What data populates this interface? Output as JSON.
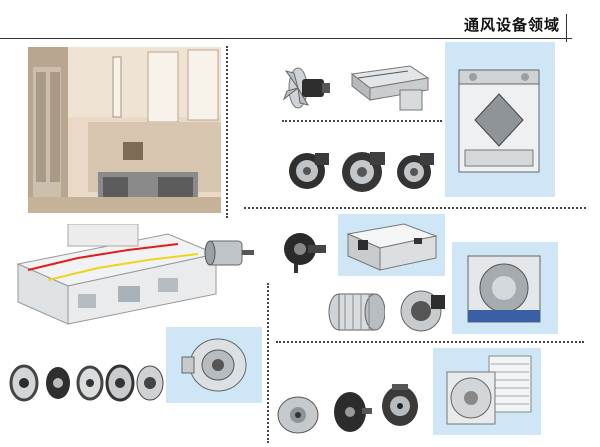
{
  "header": {
    "title": "通风设备领域"
  },
  "colors": {
    "panel_blue": "#cfe6f6",
    "divider": "#333333",
    "dots": "#444444"
  },
  "images": [
    {
      "name": "building-interior-photo"
    },
    {
      "name": "axial-fan-with-motor"
    },
    {
      "name": "ceiling-vent-unit"
    },
    {
      "name": "heat-recovery-ventilation-unit"
    },
    {
      "name": "blower-fan-small"
    },
    {
      "name": "blower-fan-medium"
    },
    {
      "name": "blower-fan-large"
    },
    {
      "name": "house-ventilation-diagram"
    },
    {
      "name": "cylindrical-motor"
    },
    {
      "name": "external-rotor-motor"
    },
    {
      "name": "duct-ventilation-box"
    },
    {
      "name": "centrifugal-fan-module"
    },
    {
      "name": "forward-curved-impeller"
    },
    {
      "name": "backward-curved-fan"
    },
    {
      "name": "inline-duct-fan"
    },
    {
      "name": "fan-impeller-row"
    },
    {
      "name": "flat-motor"
    },
    {
      "name": "compact-motor"
    },
    {
      "name": "shaded-pole-motor"
    },
    {
      "name": "window-wall-fan"
    }
  ]
}
